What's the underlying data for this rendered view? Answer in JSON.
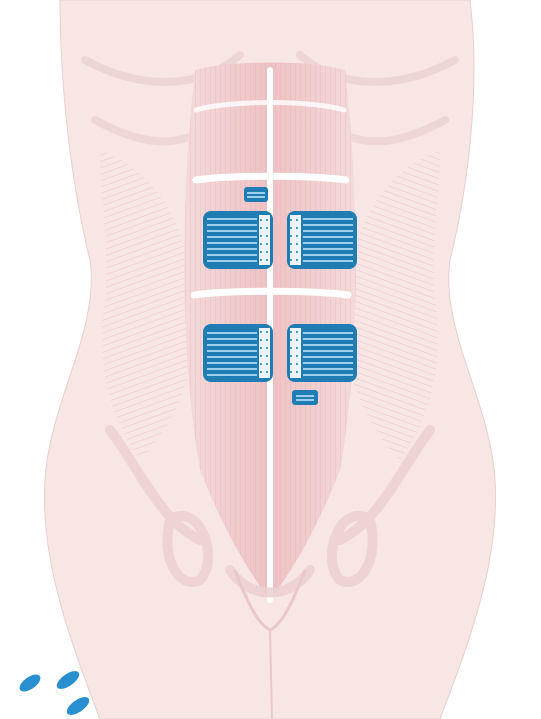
{
  "illustration": {
    "subject": "abdomen-anatomy",
    "electrode_pads": {
      "large_pad_count": 4,
      "small_pad_count": 2,
      "pad_color": "#1f7db4",
      "pad_stripe_color": "#9fd0ee"
    },
    "skin_color": "#f7e4e2",
    "muscle_color": "#efc5c6",
    "logo_icon": "logo-droplets-icon"
  }
}
